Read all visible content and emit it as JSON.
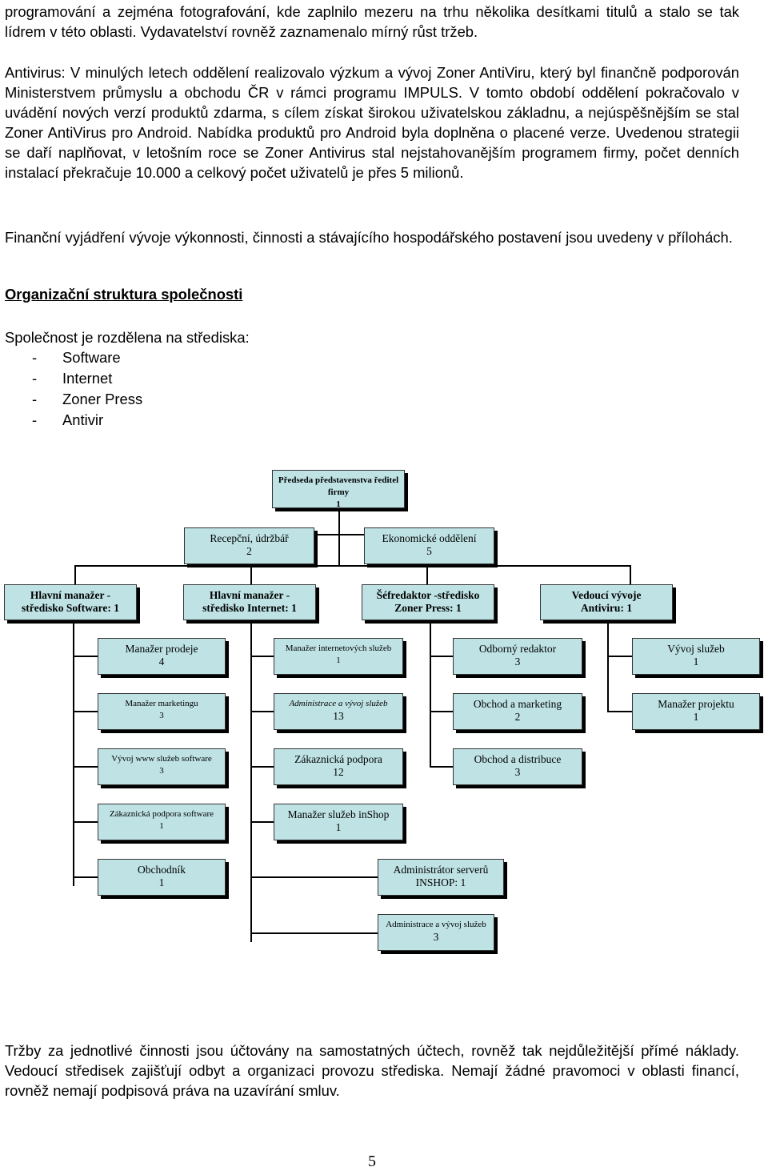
{
  "paragraphs": {
    "p1": "programování a zejména fotografování, kde zaplnilo mezeru na trhu několika desítkami titulů a stalo se tak lídrem v této oblasti. Vydavatelství rovněž zaznamenalo mírný růst tržeb.",
    "p2": "Antivirus: V minulých letech oddělení realizovalo výzkum a vývoj Zoner AntiViru, který byl finančně podporován Ministerstvem průmyslu a obchodu ČR v rámci programu IMPULS. V tomto období oddělení pokračovalo v uvádění nových verzí produktů zdarma, s cílem získat širokou uživatelskou základnu, a nejúspěšnějším se stal Zoner AntiVirus pro Android. Nabídka produktů pro Android byla doplněna o placené verze. Uvedenou strategii se daří naplňovat, v letošním roce se Zoner Antivirus stal nejstahovanějším programem firmy, počet denních instalací překračuje 10.000 a celkový počet uživatelů je přes 5 milionů.",
    "p3": "Finanční vyjádření vývoje výkonnosti, činnosti a stávajícího hospodářského postavení jsou uvedeny v přílohách.",
    "heading": "Organizační struktura společnosti",
    "intro": "Společnost je rozdělena na střediska:",
    "p4": "Tržby za jednotlivé činnosti jsou účtovány na samostatných účtech, rovněž tak nejdůležitější přímé náklady. Vedoucí středisek zajišťují odbyt a organizaci provozu střediska. Nemají žádné pravomoci v oblasti financí, rovněž nemají podpisová práva na uzavírání smluv."
  },
  "divisions": [
    "Software",
    "Internet",
    "Zoner Press",
    "Antivir"
  ],
  "org": {
    "top": {
      "title": "Předseda představenstva ředitel firmy",
      "count": "1"
    },
    "reception": {
      "title": "Recepční, údržbář",
      "count": "2"
    },
    "economic": {
      "title": "Ekonomické oddělení",
      "count": "5"
    },
    "heads": [
      {
        "line1": "Hlavní manažer -",
        "line2": "středisko Software: 1"
      },
      {
        "line1": "Hlavní manažer -",
        "line2": "středisko Internet: 1"
      },
      {
        "line1": "Šéfredaktor -středisko",
        "line2": "Zoner Press: 1"
      },
      {
        "line1": "Vedoucí vývoje",
        "line2": "Antiviru: 1"
      }
    ],
    "software": [
      {
        "title": "Manažer prodeje",
        "count": "4"
      },
      {
        "title": "Manažer marketingu",
        "count": "3"
      },
      {
        "title": "Vývoj www služeb software",
        "count": "3"
      },
      {
        "title": "Zákaznická podpora software",
        "count": "1"
      },
      {
        "title": "Obchodník",
        "count": "1"
      }
    ],
    "internet": [
      {
        "title": "Manažer internetových služeb",
        "count": "1"
      },
      {
        "title": "Administrace a vývoj služeb",
        "count": "13"
      },
      {
        "title": "Zákaznická podpora",
        "count": "12"
      },
      {
        "title": "Manažer služeb inShop",
        "count": "1"
      },
      {
        "title": "Administrátor serverů",
        "count": "INSHOP: 1"
      },
      {
        "title": "Administrace a vývoj služeb",
        "count": "3"
      }
    ],
    "press": [
      {
        "title": "Odborný redaktor",
        "count": "3"
      },
      {
        "title": "Obchod a marketing",
        "count": "2"
      },
      {
        "title": "Obchod a distribuce",
        "count": "3"
      }
    ],
    "antivir": [
      {
        "title": "Vývoj služeb",
        "count": "1"
      },
      {
        "title": "Manažer projektu",
        "count": "1"
      }
    ]
  },
  "page_number": "5"
}
